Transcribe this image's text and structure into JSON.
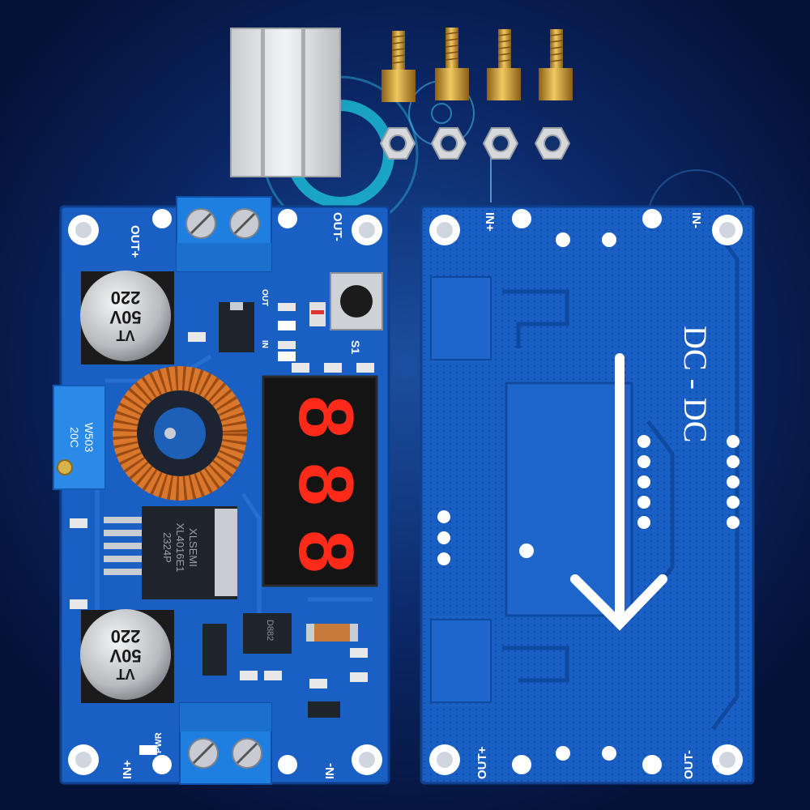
{
  "front_board": {
    "out_plus": "OUT+",
    "out_minus": "OUT-",
    "in_plus": "IN+",
    "in_minus": "IN-",
    "pwr": "PWR",
    "out_led": "OUT",
    "in_led": "IN",
    "switch": "S1",
    "cap_top": {
      "value": "220",
      "voltage": "50V",
      "series": "VT"
    },
    "cap_bottom": {
      "value": "220",
      "voltage": "50V",
      "series": "VT"
    },
    "pot_lines": [
      "W503",
      "20C"
    ],
    "ic_lines": [
      "XLSEMI",
      "XL4016E1",
      "2324P"
    ],
    "transistor": "D882",
    "display_digits": [
      "8",
      "8",
      "8"
    ]
  },
  "back_board": {
    "in_plus": "IN+",
    "in_minus": "IN-",
    "out_plus": "OUT+",
    "out_minus": "OUT-",
    "title": "DC - DC"
  },
  "colors": {
    "background": "#061a4a",
    "pcb": "#1a5fc4",
    "led_red": "#ff2a1a",
    "brass": "#d6a43a"
  }
}
